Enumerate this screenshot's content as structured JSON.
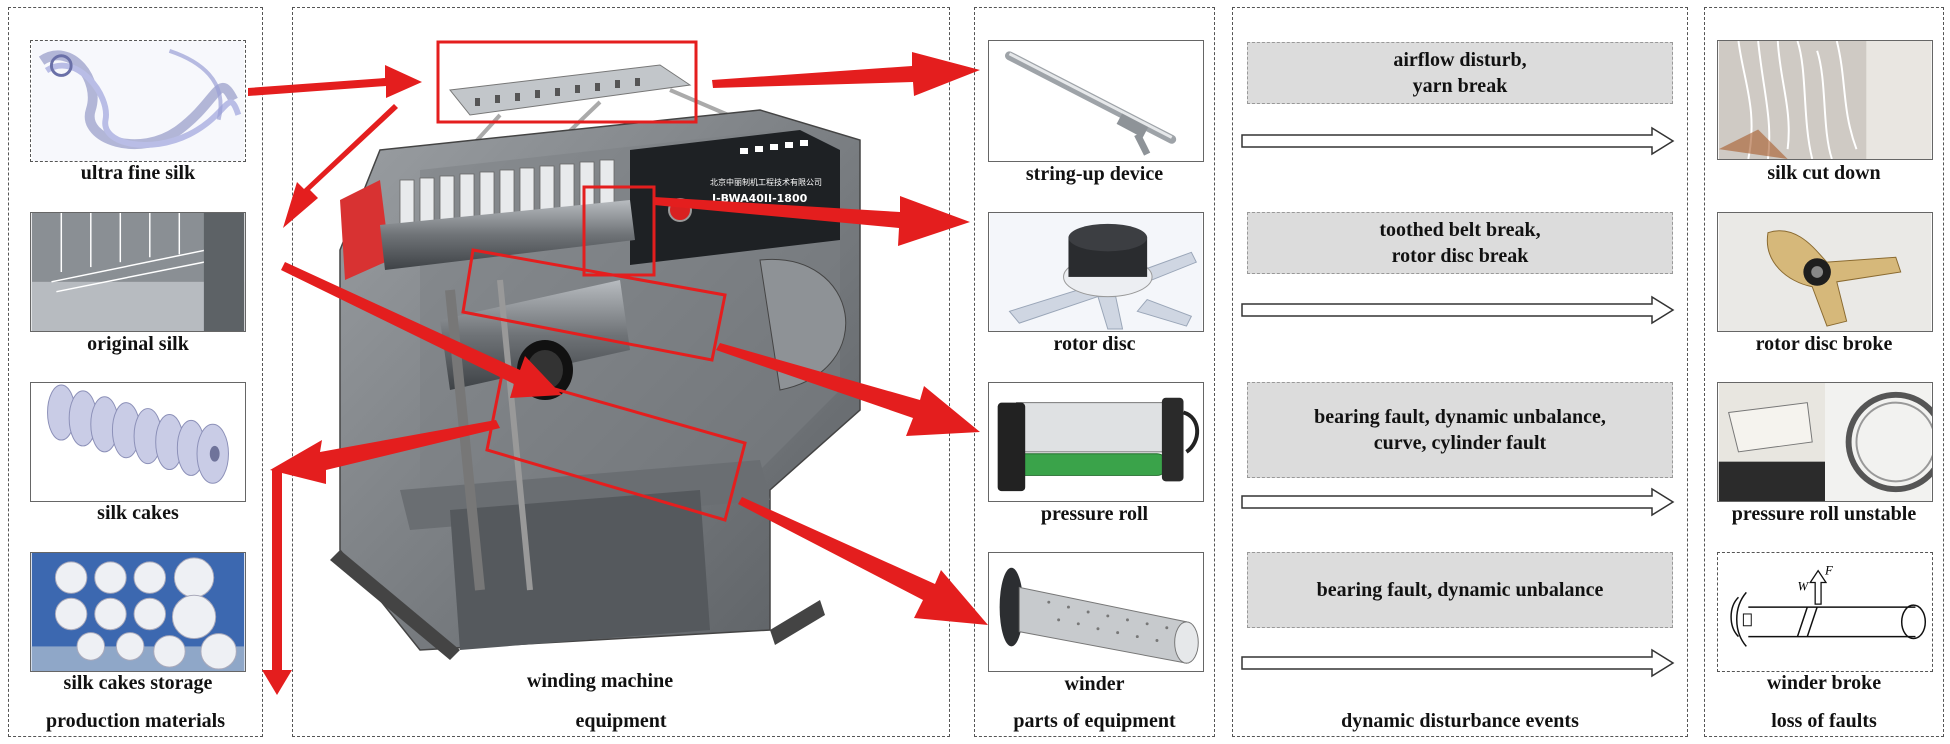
{
  "columns": {
    "materials": {
      "footer": "production materials",
      "items": [
        {
          "label": "ultra fine silk"
        },
        {
          "label": "original silk"
        },
        {
          "label": "silk cakes"
        },
        {
          "label": "silk cakes storage"
        }
      ]
    },
    "equipment": {
      "footer": "equipment",
      "machine_label": "winding machine",
      "machine_brand": "北京中丽制机工程技术有限公司",
      "machine_model": "I-BWA40II-1800"
    },
    "parts": {
      "footer": "parts of equipment",
      "items": [
        {
          "label": "string-up device"
        },
        {
          "label": "rotor disc"
        },
        {
          "label": "pressure roll"
        },
        {
          "label": "winder"
        }
      ]
    },
    "events": {
      "footer": "dynamic disturbance events",
      "items": [
        {
          "text": "airflow disturb,\nyarn break"
        },
        {
          "text": "toothed belt break,\nrotor disc break"
        },
        {
          "text": "bearing fault, dynamic unbalance,\ncurve, cylinder fault"
        },
        {
          "text": "bearing fault, dynamic unbalance"
        }
      ]
    },
    "faults": {
      "footer": "loss of faults",
      "items": [
        {
          "label": "silk cut down"
        },
        {
          "label": "rotor disc broke"
        },
        {
          "label": "pressure roll unstable"
        },
        {
          "label": "winder broke"
        }
      ],
      "force_label": "F",
      "weight_label": "W"
    }
  },
  "colors": {
    "arrow_red": "#e41e1e",
    "panel_border": "#555555",
    "event_fill": "#dcdcdc"
  }
}
